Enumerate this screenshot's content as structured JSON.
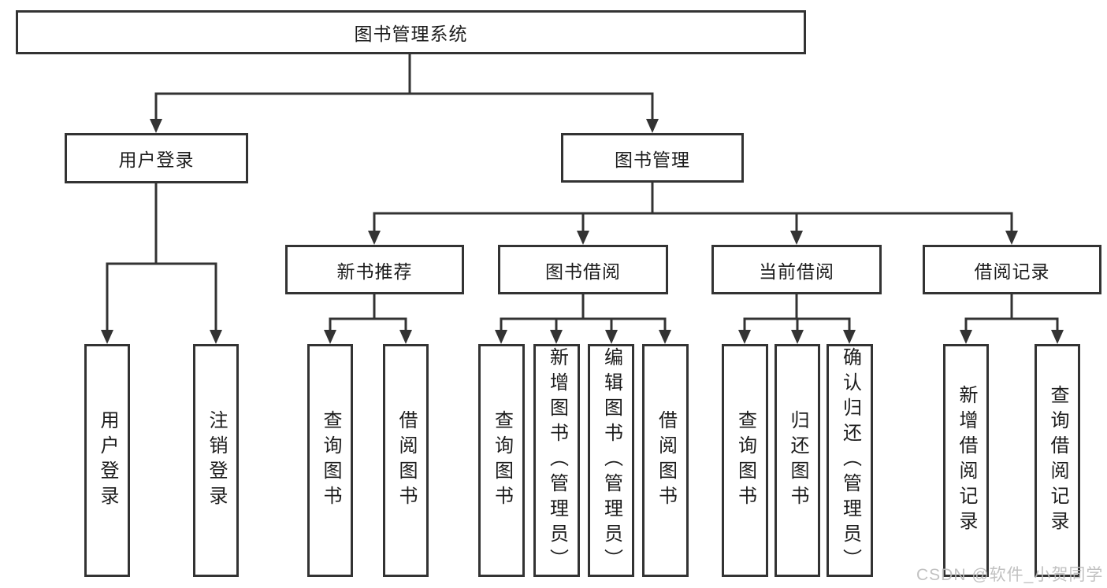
{
  "tree": {
    "label": "图书管理系统",
    "children": [
      {
        "label": "用户登录",
        "children": [
          {
            "label": "用户登录"
          },
          {
            "label": "注销登录"
          }
        ]
      },
      {
        "label": "图书管理",
        "children": [
          {
            "label": "新书推荐",
            "children": [
              {
                "label": "查询图书"
              },
              {
                "label": "借阅图书"
              }
            ]
          },
          {
            "label": "图书借阅",
            "children": [
              {
                "label": "查询图书"
              },
              {
                "label": "新增图书（管理员）"
              },
              {
                "label": "编辑图书（管理员）"
              },
              {
                "label": "借阅图书"
              }
            ]
          },
          {
            "label": "当前借阅",
            "children": [
              {
                "label": "查询图书"
              },
              {
                "label": "归还图书"
              },
              {
                "label": "确认归还（管理员）"
              }
            ]
          },
          {
            "label": "借阅记录",
            "children": [
              {
                "label": "新增借阅记录"
              },
              {
                "label": "查询借阅记录"
              }
            ]
          }
        ]
      }
    ]
  },
  "watermark": "CSDN @软件_小贺同学",
  "colors": {
    "line": "#333333",
    "text": "#1c1c1c",
    "background": "#ffffff",
    "watermark": "#bcbcbc"
  }
}
